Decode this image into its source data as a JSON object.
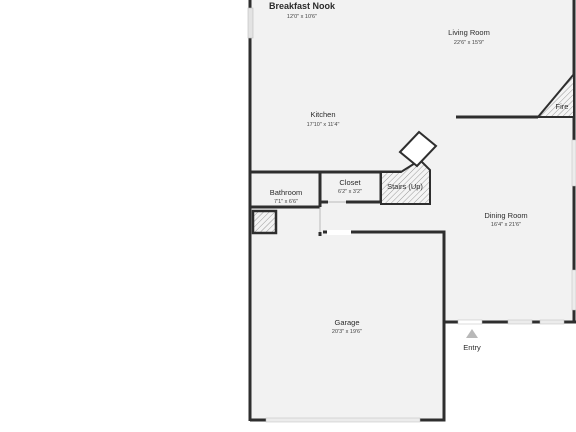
{
  "rooms": {
    "breakfast_nook": {
      "name": "Breakfast Nook",
      "dims": "12'0\" x 10'6\""
    },
    "living_room": {
      "name": "Living Room",
      "dims": "22'6\" x 15'9\""
    },
    "kitchen": {
      "name": "Kitchen",
      "dims": "17'10\" x 11'4\""
    },
    "fireplace": {
      "name": "Fire"
    },
    "closet": {
      "name": "Closet",
      "dims": "6'2\" x 3'2\""
    },
    "stairs": {
      "name": "Stairs (Up)"
    },
    "bathroom": {
      "name": "Bathroom",
      "dims": "7'1\" x 6'6\""
    },
    "dining_room": {
      "name": "Dining Room",
      "dims": "16'4\" x 21'6\""
    },
    "garage": {
      "name": "Garage",
      "dims": "20'3\" x 19'6\""
    },
    "entry": {
      "name": "Entry"
    }
  },
  "colors": {
    "wall": "#2e2e2e",
    "floor": "#f2f2f2",
    "hatch": "#9a9a9a",
    "background": "#ffffff"
  },
  "icons": {
    "entry_marker": "triangle-up-icon"
  }
}
